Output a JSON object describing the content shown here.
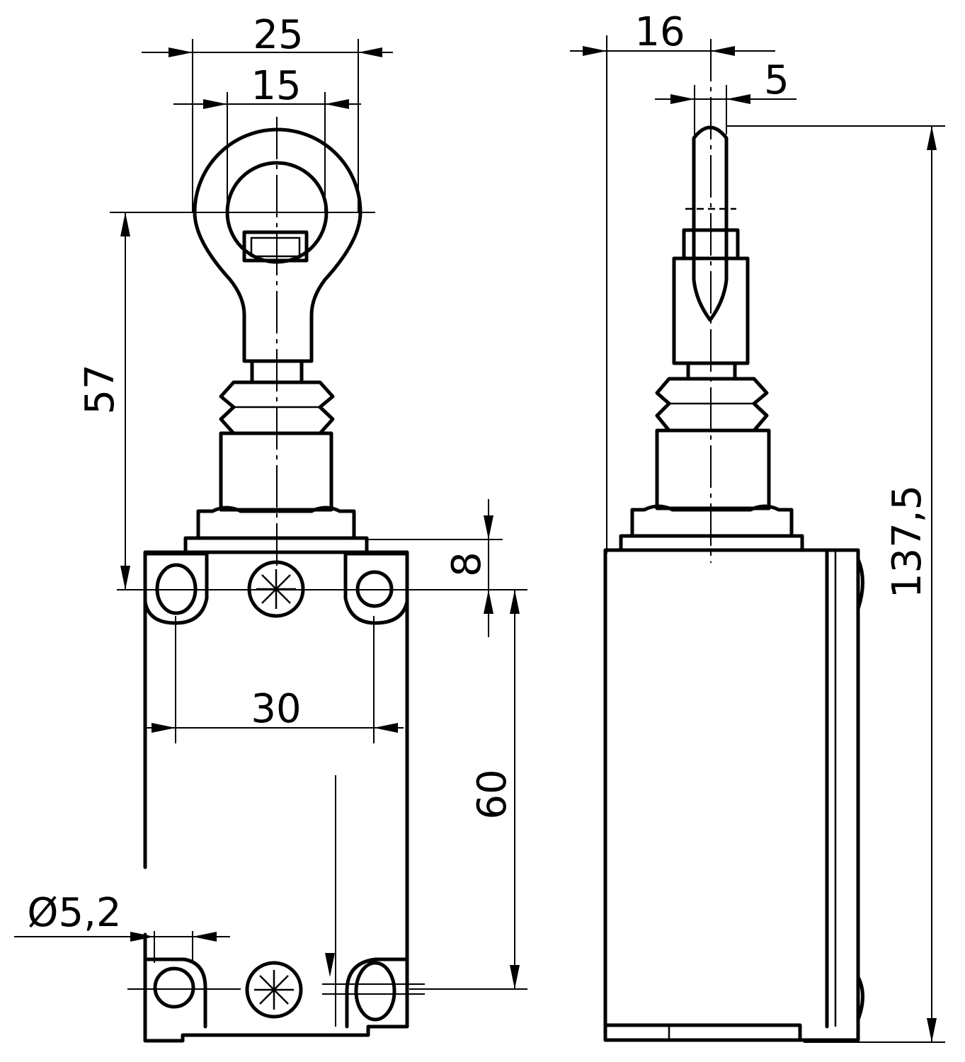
{
  "drawing": {
    "front_view": {
      "dim_top_width": "25",
      "dim_eye_inner": "15",
      "dim_height_to_eye": "57",
      "dim_flange": "8",
      "dim_hole_spacing": "30",
      "dim_body_height": "60",
      "dim_hole_diameter": "Ø5,2"
    },
    "side_view": {
      "dim_depth_offset": "16",
      "dim_lever_width": "5",
      "dim_total_height": "137,5"
    }
  }
}
